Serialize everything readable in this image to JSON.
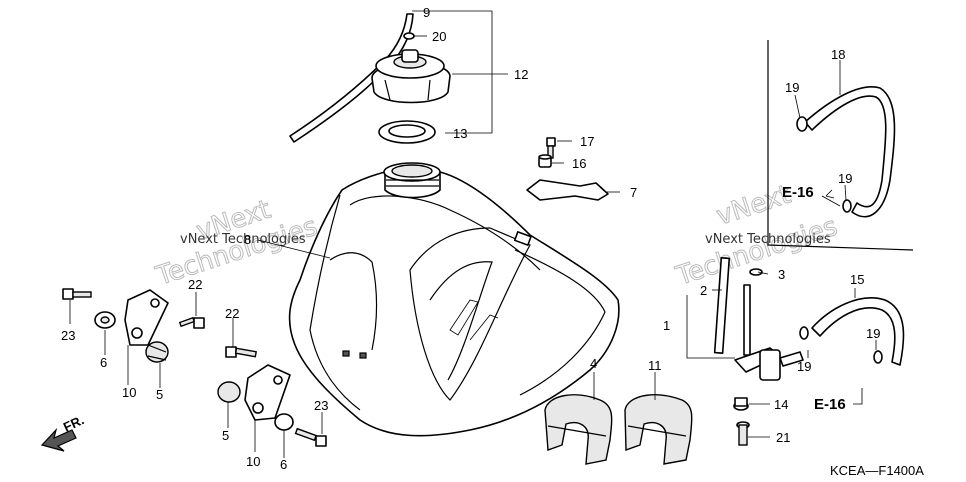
{
  "diagram_code": "KCEA—F1400A",
  "watermarks": {
    "brand_words": [
      "vNext",
      "Technologies"
    ],
    "captions": [
      "vNext Technologies",
      "vNext Technologies"
    ]
  },
  "reference_labels": [
    "E-16",
    "E-16"
  ],
  "callouts": [
    "9",
    "20",
    "12",
    "13",
    "17",
    "16",
    "7",
    "8",
    "18",
    "19",
    "19",
    "2",
    "3",
    "1",
    "15",
    "19",
    "19",
    "14",
    "21",
    "4",
    "11",
    "22",
    "23",
    "6",
    "10",
    "5",
    "22",
    "5",
    "10",
    "6",
    "23"
  ],
  "direction_label": "FR."
}
